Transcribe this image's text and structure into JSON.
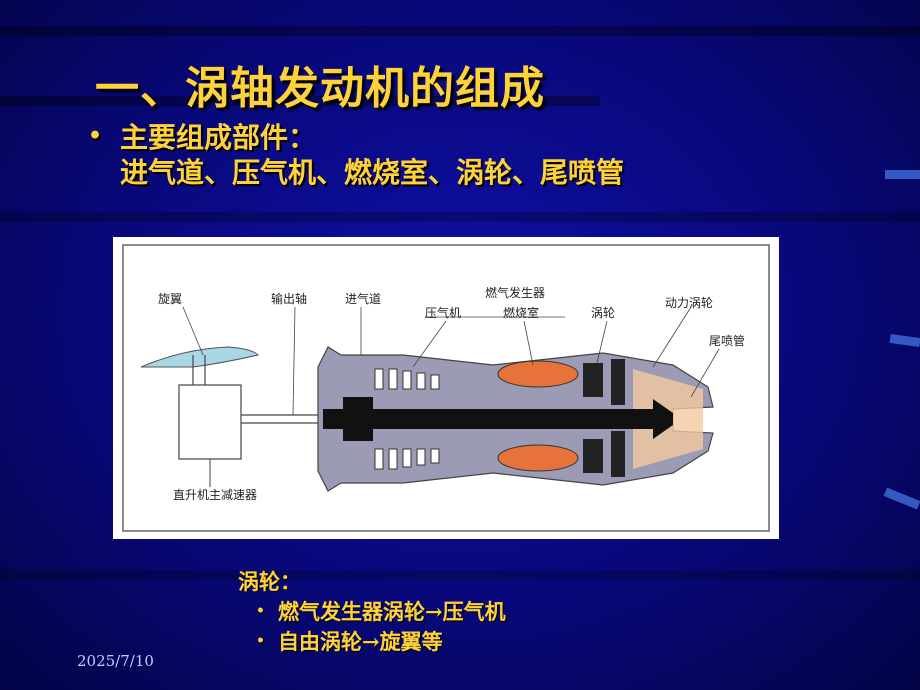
{
  "slide": {
    "title": "一、涡轴发动机的组成",
    "bullet_heading": "主要组成部件：",
    "bullet_detail": "进气道、压气机、燃烧室、涡轮、尾喷管",
    "date": "2025/7/10"
  },
  "diagram": {
    "labels": {
      "rotor": "旋翼",
      "output_shaft": "输出轴",
      "inlet": "进气道",
      "gas_generator": "燃气发生器",
      "compressor": "压气机",
      "combustor": "燃烧室",
      "turbine": "涡轮",
      "power_turbine": "动力涡轮",
      "nozzle": "尾喷管",
      "gearbox": "直升机主减速器"
    }
  },
  "notes": {
    "head": "涡轮：",
    "items": [
      "燃气发生器涡轮→压气机",
      "自由涡轮→旋翼等"
    ]
  },
  "colors": {
    "text_accent": "#ffd23a",
    "background": "#0a0a78",
    "combustor_fill": "#e8733a",
    "engine_gray": "#8a8aa6"
  }
}
